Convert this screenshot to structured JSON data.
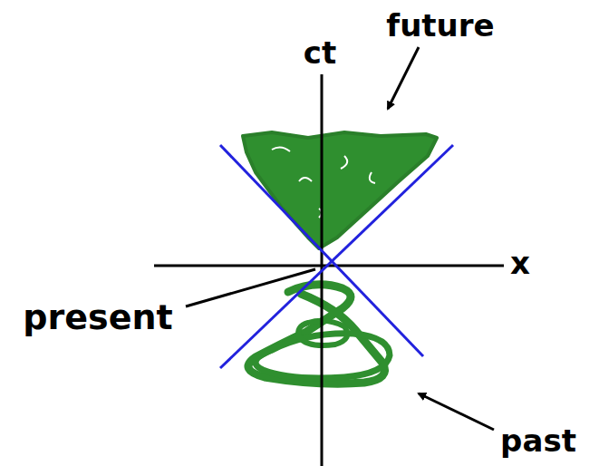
{
  "diagram": {
    "labels": [
      "future",
      "ct",
      "x",
      "present",
      "past"
    ]
  }
}
